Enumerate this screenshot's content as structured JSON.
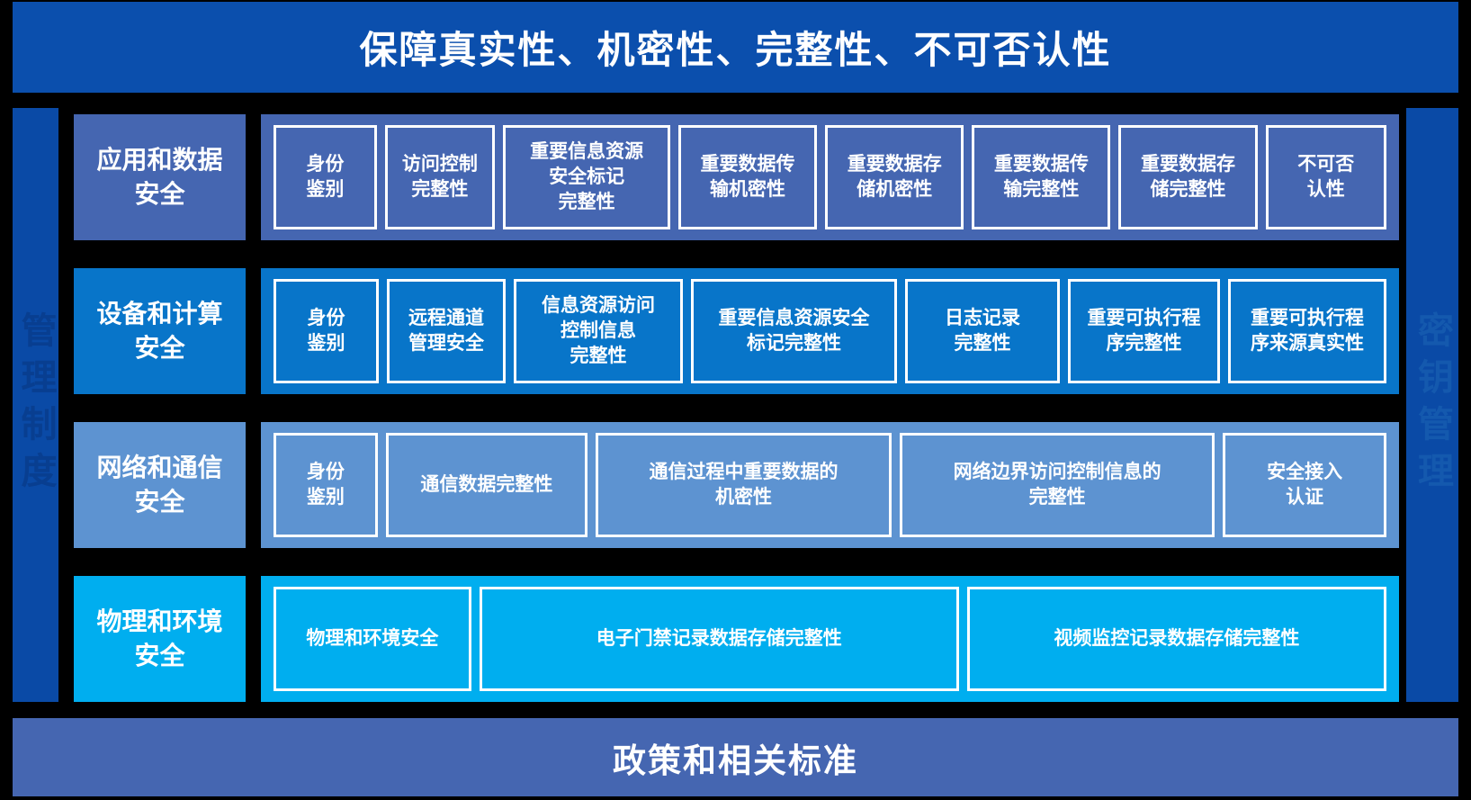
{
  "colors": {
    "background": "#000000",
    "top_banner": "#0b4fad",
    "bottom_banner": "#4566b1",
    "side_strip": "#0a4aa6",
    "left_strip_text": "#083e90",
    "right_strip_text": "#1459ae",
    "box_border": "#ffffff",
    "text": "#ffffff"
  },
  "top_banner": {
    "label": "保障真实性、机密性、完整性、不可否认性"
  },
  "bottom_banner": {
    "label": "政策和相关标准"
  },
  "left_strip": {
    "label": "管理制度"
  },
  "right_strip": {
    "label": "密钥管理"
  },
  "rows": [
    {
      "id": "application-data-security",
      "label": "应用和数据\n安全",
      "color": "#4566b1",
      "items": [
        {
          "text": "身份\n鉴别",
          "flex": 110
        },
        {
          "text": "访问控制\n完整性",
          "flex": 118
        },
        {
          "text": "重要信息资源\n安全标记\n完整性",
          "flex": 182
        },
        {
          "text": "重要数据传\n输机密性",
          "flex": 150
        },
        {
          "text": "重要数据存\n储机密性",
          "flex": 150
        },
        {
          "text": "重要数据传\n输完整性",
          "flex": 150
        },
        {
          "text": "重要数据存\n储完整性",
          "flex": 150
        },
        {
          "text": "不可否\n认性",
          "flex": 130
        }
      ]
    },
    {
      "id": "device-computing-security",
      "label": "设备和计算\n安全",
      "color": "#0875c9",
      "items": [
        {
          "text": "身份\n鉴别",
          "flex": 111
        },
        {
          "text": "远程通道\n管理安全",
          "flex": 126
        },
        {
          "text": "信息资源访问\n控制信息\n完整性",
          "flex": 182
        },
        {
          "text": "重要信息资源安全\n标记完整性",
          "flex": 223
        },
        {
          "text": "日志记录\n完整性",
          "flex": 166
        },
        {
          "text": "重要可执行程\n序完整性",
          "flex": 163
        },
        {
          "text": "重要可执行程\n序来源真实性",
          "flex": 170
        }
      ]
    },
    {
      "id": "network-communication-security",
      "label": "网络和通信\n安全",
      "color": "#5d93d1",
      "items": [
        {
          "text": "身份\n鉴别",
          "flex": 108
        },
        {
          "text": "通信数据完整性",
          "flex": 215
        },
        {
          "text": "通信过程中重要数据的\n机密性",
          "flex": 318
        },
        {
          "text": "网络边界访问控制信息的\n完整性",
          "flex": 339
        },
        {
          "text": "安全接入\n认证",
          "flex": 173
        }
      ]
    },
    {
      "id": "physical-environment-security",
      "label": "物理和环境\n安全",
      "color": "#00aeef",
      "items": [
        {
          "text": "物理和环境安全",
          "flex": 208
        },
        {
          "text": "电子门禁记录数据存储完整性",
          "flex": 513
        },
        {
          "text": "视频监控记录数据存储完整性",
          "flex": 448
        }
      ]
    }
  ]
}
